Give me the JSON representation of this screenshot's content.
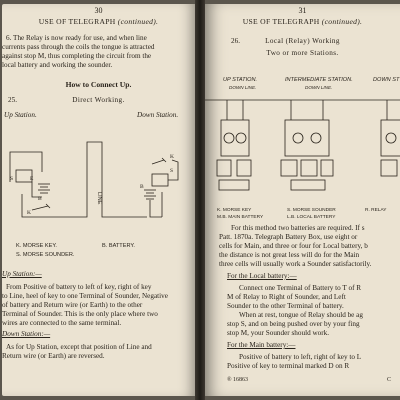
{
  "left_page": {
    "page_number": "30",
    "header": "USE OF TELEGRAPH",
    "header_suffix": "(continued).",
    "para6": [
      "6. The Relay is now ready for use, and when line",
      "currents pass through the coils the tongue is attracted",
      "against stop M, thus completing the circuit from the",
      "local battery and working the sounder."
    ],
    "how_to_connect": "How to Connect Up.",
    "section_number": "25.",
    "section_title": "Direct Working.",
    "up_station": "Up Station.",
    "down_station": "Down Station.",
    "diagram_labels": {
      "line": "LINE",
      "e": "E",
      "s": "S",
      "b": "B",
      "k": "K"
    },
    "legend": {
      "morse_key": "K. MORSE KEY.",
      "morse_sounder": "S. MORSE SOUNDER.",
      "battery": "B. BATTERY."
    },
    "up_station_heading": "Up Station:—",
    "up_station_text": [
      "From Positive of battery to left of key, right of key",
      "to Line, heel of key to one Terminal of Sounder, Negative",
      "of battery and Return wire (or Earth) to the other",
      "Terminal of Sounder.  This is the only place where two",
      "wires are connected to the same terminal."
    ],
    "down_station_heading": "Down Station:—",
    "down_station_text": [
      "As for Up Station, except that position of Line and",
      "Return wire (or Earth) are reversed."
    ]
  },
  "right_page": {
    "page_number": "31",
    "header": "USE OF TELEGRAPH",
    "header_suffix": "(continued).",
    "section_number": "26.",
    "section_title": "Local (Relay) Working",
    "section_subtitle": "Two or more Stations.",
    "stations": [
      {
        "name": "UP STATION.",
        "sub": "DOWN LINE."
      },
      {
        "name": "INTERMEDIATE STATION.",
        "sub": "DOWN LINE."
      },
      {
        "name": "DOWN ST",
        "sub": ""
      }
    ],
    "diagram_legend": [
      "K. MORSE KEY",
      "M.B. MAIN BATTERY",
      "S. MORSE SOUNDER",
      "L.B. LOCAL BATTERY",
      "R. RELAY"
    ],
    "body_text": [
      "For this method two batteries are required.  If s",
      "Patt. 1870a. Telegraph Battery Box, use eight or",
      "cells for Main, and three or four for Local battery, b",
      "the distance is not great less will do for the Main",
      "three cells will usually work a Sounder satisfactorily."
    ],
    "local_heading": "For the Local battery:—",
    "local_text": [
      "Connect one Terminal of Battery to T of R",
      "M of Relay to Right of Sounder, and Left",
      "Sounder to the other Terminal of battery.",
      "When at rest, tongue of Relay should be ag",
      "stop S, and on being pushed over by your fing",
      "stop M, your Sounder should work."
    ],
    "main_heading": "For the Main battery:—",
    "main_text": [
      "Positive of battery to left, right of key to L",
      "Positive of key to terminal marked D on R"
    ],
    "footer_code": "® 16863",
    "footer_letter": "C"
  }
}
